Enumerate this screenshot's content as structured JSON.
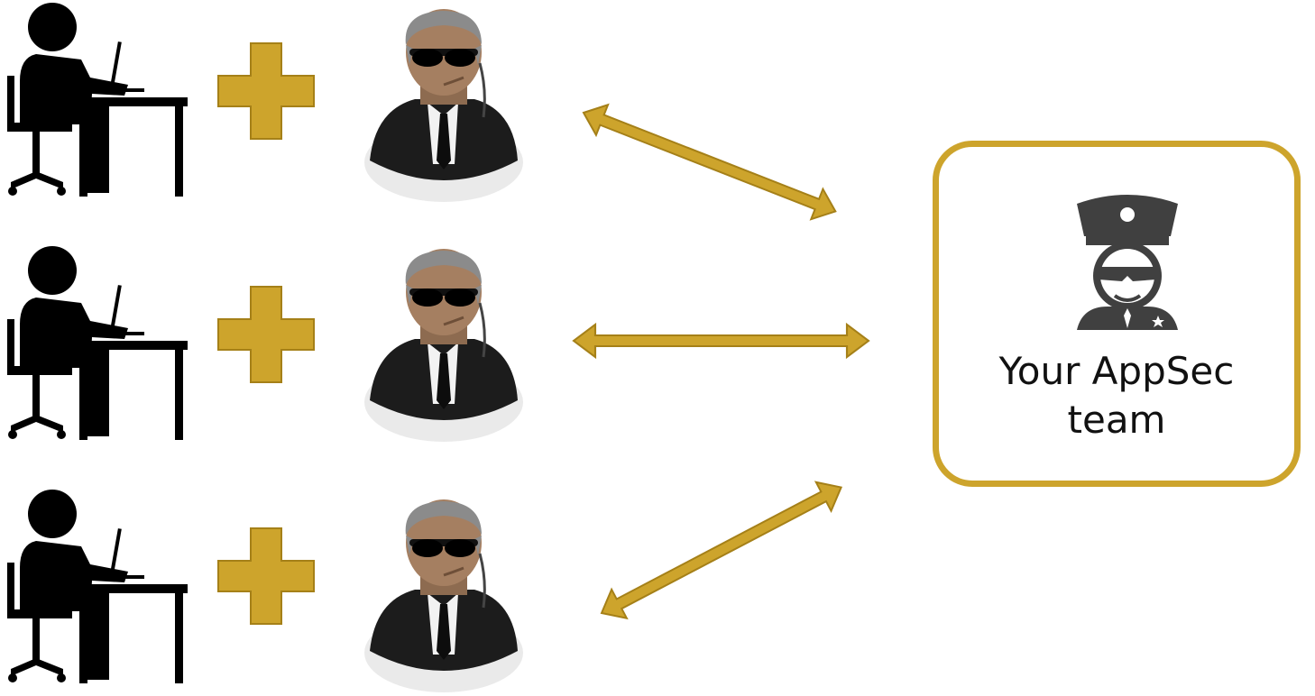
{
  "appsec_box": {
    "label_line1": "Your AppSec",
    "label_line2": "team"
  },
  "colors": {
    "accent": "#CDA42C",
    "accent_border": "#A58018",
    "silhouette": "#000000",
    "police_icon": "#404040",
    "suit": "#1c1c1c",
    "skin": "#a57f61",
    "hair": "#8b8b8b"
  },
  "icons": [
    "developer-at-desk-icon",
    "plus-icon",
    "security-agent-icon",
    "double-headed-arrow-icon",
    "police-officer-icon"
  ],
  "rows": [
    {
      "id": "row-1"
    },
    {
      "id": "row-2"
    },
    {
      "id": "row-3"
    }
  ]
}
